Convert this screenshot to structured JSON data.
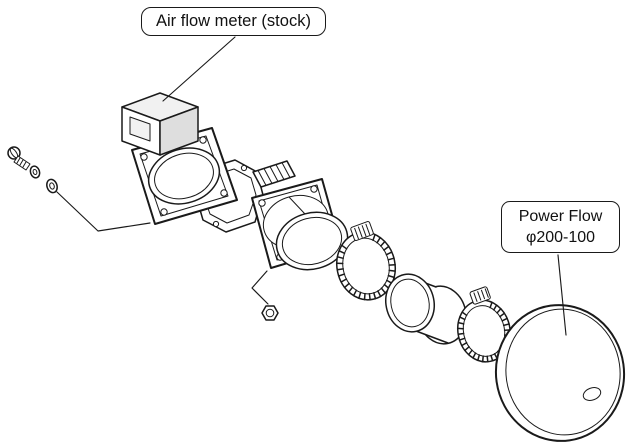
{
  "colors": {
    "background": "#ffffff",
    "line": "#1a1a1a"
  },
  "callouts": {
    "air_flow_meter": "Air flow meter (stock)",
    "power_flow_line1": "Power Flow",
    "power_flow_line2": "φ200-100"
  },
  "parts": [
    "bolt",
    "washer-small",
    "washer-large",
    "air-flow-meter-body",
    "meter-flange",
    "gasket",
    "mesh-insert",
    "adapter-flange",
    "adapter-pipe",
    "nut",
    "hose-clamp-front",
    "rubber-coupler",
    "hose-clamp-rear",
    "power-flow-filter"
  ]
}
